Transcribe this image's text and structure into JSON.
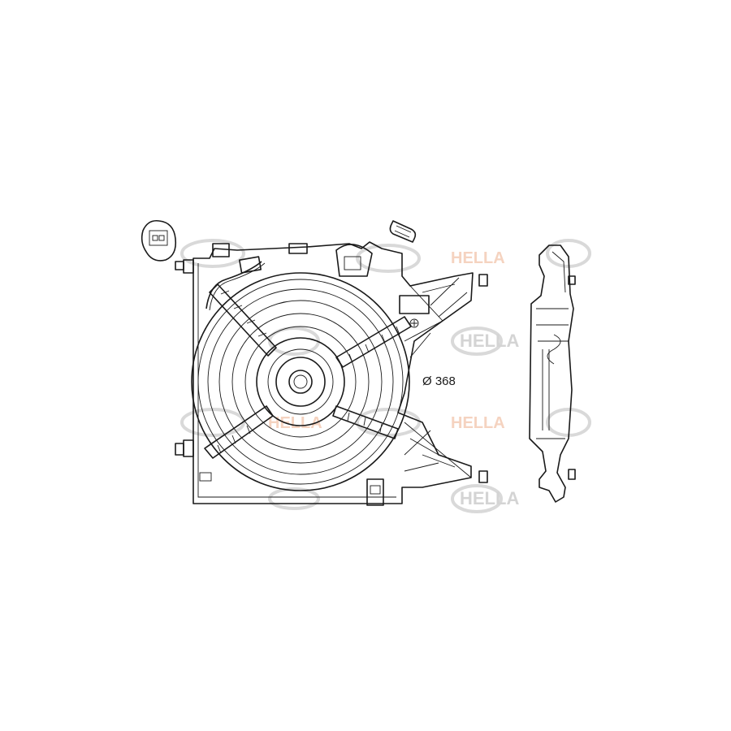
{
  "drawing": {
    "diameter_label": "Ø 368",
    "watermark": {
      "brand": "HELLA",
      "orange_text": "HELLA"
    }
  }
}
